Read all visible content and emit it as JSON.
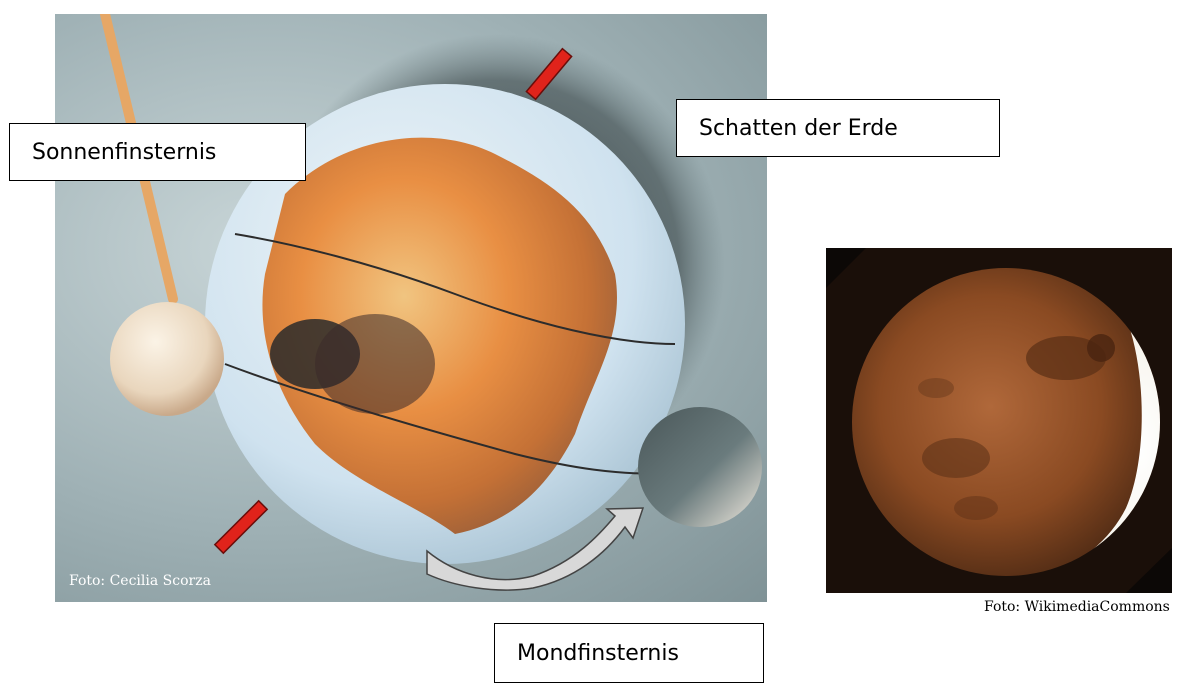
{
  "main_photo": {
    "credit": "Foto: Cecilia Scorza",
    "colors": {
      "background": "#9fb1b5",
      "marker": "#e0231b",
      "globe_land": "#e98a3a",
      "globe_sea": "#cfe2ef"
    }
  },
  "labels": {
    "solar_eclipse": "Sonnenfinsternis",
    "earth_shadow": "Schatten der Erde",
    "lunar_eclipse": "Mondfinsternis"
  },
  "moon_photo": {
    "credit": "Foto: WikimediaCommons",
    "colors": {
      "moon": "#8a4a22",
      "bright_edge": "#f4f1e6"
    }
  },
  "icons": [
    "red-marker-icon",
    "curved-arrow-icon"
  ]
}
